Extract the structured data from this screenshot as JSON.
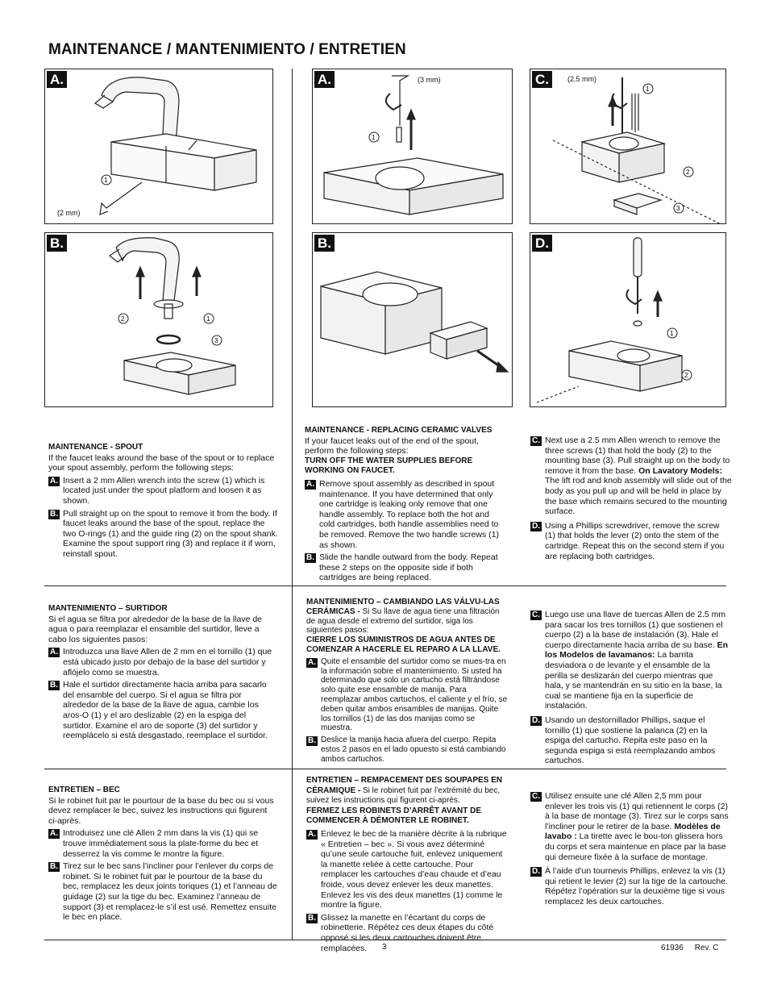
{
  "title": "MAINTENANCE / MANTENIMIENTO / ENTRETIEN",
  "panels": {
    "p1": {
      "label": "A.",
      "size": "(2 mm)"
    },
    "p2": {
      "label": "A.",
      "size": "(3 mm)"
    },
    "p3": {
      "label": "C.",
      "size": "(2.5 mm)"
    },
    "p4": {
      "label": "B."
    },
    "p5": {
      "label": "B."
    },
    "p6": {
      "label": "D."
    }
  },
  "callouts": {
    "n1": "1",
    "n2": "2",
    "n3": "3"
  },
  "en_spout": {
    "heading": "MAINTENANCE - SPOUT",
    "intro": "If the faucet leaks around the base of the spout or to replace your spout assembly, perform the following steps:",
    "a_badge": "A.",
    "a": "Insert a 2 mm Allen wrench into the screw (1) which is located just under the spout platform and loosen it as shown.",
    "b_badge": "B.",
    "b": "Pull straight up on the spout to remove it from the body. If faucet leaks around the base of the spout, replace the two O-rings (1) and the guide ring (2) on the spout shank. Examine the spout support ring (3) and replace it if worn, reinstall spout."
  },
  "en_valves": {
    "heading": "MAINTENANCE - REPLACING CERAMIC VALVES",
    "intro": "If your faucet leaks out of the end of the spout, perform the following steps:",
    "warn": "TURN OFF THE WATER SUPPLIES BEFORE WORKING ON FAUCET.",
    "a_badge": "A.",
    "a": "Remove spout assembly as described in spout maintenance. If you have determined that only one cartridge is leaking only remove that one handle assembly. To replace both the hot and cold cartridges, both handle assemblies need to be removed. Remove the two handle screws (1) as shown.",
    "b_badge": "B.",
    "b": "Slide the handle outward from the body. Repeat these 2 steps on the opposite side if both cartridges are being replaced.",
    "c_badge": "C.",
    "c1": "Next use a 2.5 mm Allen wrench to remove the three screws (1) that hold the body (2) to the mounting base (3). Pull straight up on the body to remove it from the base.",
    "c_bold": "On Lavatory Models:",
    "c2": "The lift rod and knob assembly will slide out of the body as you pull up and will be held in place by the base which remains secured to the mounting surface.",
    "d_badge": "D.",
    "d": "Using a Phillips screwdriver, remove the screw (1) that holds the lever (2) onto the stem of the cartridge. Repeat this on the second stem if you are replacing both cartridges."
  },
  "es_spout": {
    "heading": "MANTENIMIENTO – SURTIDOR",
    "intro": "Si el agua se filtra por alrededor de la base de la llave de agua o para reemplazar el ensamble del surtidor, lleve a cabo los siguientes pasos:",
    "a_badge": "A.",
    "a": "Introduzca una llave Allen de 2 mm en el tornillo (1) que está ubicado justo por debajo de la base del surtidor y aflójelo como se muestra.",
    "b_badge": "B.",
    "b": "Hale el surtidor directamente hacia arriba para sacarlo del ensamble del cuerpo. Si el agua se filtra por alrededor de la base de la llave de agua, cambie los aros-O (1) y el aro deslizable (2) en la espiga del surtidor. Examine el aro de soporte (3) del surtidor y reemplácelo si está desgastado, reemplace el surtidor."
  },
  "es_valves": {
    "heading": "MANTENIMIENTO – CAMBIANDO LAS VÁLVU-LAS CERÁMICAS -",
    "intro": "Si Su llave de agua tiene una filtración de agua desde el extremo del surtidor, siga los siguientes pasos:",
    "warn": "CIERRE LOS SUMINISTROS DE AGUA ANTES DE COMENZAR A HACERLE EL REPARO A LA LLAVE.",
    "a_badge": "A.",
    "a": "Quite el ensamble del surtidor como se mues-tra en la información sobre el mantenimiento. Si usted ha determinado que solo un cartucho está filtrándose solo quite ese ensamble de manija. Para reemplazar ambos cartuchos, el caliente y el frío, se deben quitar ambos ensambles de manijas. Quite los tornillos (1) de las dos manijas como se muestra.",
    "b_badge": "B.",
    "b": "Deslice la manija hacia afuera del cuerpo. Repita estos 2 pasos en el lado opuesto si está cambiando ambos cartuchos.",
    "c_badge": "C.",
    "c1": "Luego use una llave de tuercas Allen de 2.5 mm para sacar los tres tornillos (1) que sostienen el cuerpo (2) a la base de instalación (3). Hale el cuerpo directamente hacia arriba de su base.",
    "c_bold": "En los Modelos de lavamanos:",
    "c2": "La barrita desviadora o de levante y el ensamble de la perilla se deslizarán del cuerpo mientras que hala, y se mantendrán en su sitio en la base, la cual se mantiene fija en la superficie de instalación.",
    "d_badge": "D.",
    "d": "Usando un destornillador Phillips, saque el tornillo (1) que sostiene la palanca (2) en la espiga del cartucho. Repita este paso en la segunda espiga si está reemplazando ambos cartuchos."
  },
  "fr_spout": {
    "heading": "ENTRETIEN – BEC",
    "intro": "Si le robinet fuit par le pourtour de la base du bec ou si vous devez remplacer le bec, suivez les instructions qui figurent ci-après.",
    "a_badge": "A.",
    "a": "Introduisez une clé Allen 2 mm dans la vis (1) qui se trouve immédiatement sous la plate-forme du bec et desserrez la vis comme le montre la figure.",
    "b_badge": "B.",
    "b": "Tirez sur le bec sans l’incliner pour l’enlever du corps de robinet. Si le robinet fuit par le pourtour de la base du bec, remplacez les deux joints toriques (1) et l’anneau de guidage  (2) sur la tige du bec. Examinez l’anneau de support (3) et remplacez-le s’il est usé. Remettez ensuite le bec en place."
  },
  "fr_valves": {
    "heading": "ENTRETIEN – REMPACEMENT DES SOUPAPES EN CÉRAMIQUE -",
    "intro": "Si le robinet fuit par l’extrémité du bec, suivez les instructions qui figurent ci-après.",
    "warn": "FERMEZ LES ROBINETS D’ARRÊT AVANT DE COMMENCER À DÉMONTER LE ROBINET.",
    "a_badge": "A.",
    "a": "Enlevez le bec de la manière décrite à la rubrique « Entretien – bec ». Si vous avez déterminé qu’une seule cartouche fuit, enlevez uniquement la manette reliée à cette cartouche. Pour remplacer les cartouches d’eau chaude et d’eau froide, vous devez enlever les deux manettes. Enlevez les vis des deux manettes (1) comme le montre la figure.",
    "b_badge": "B.",
    "b": "Glissez la manette en l’écartant du corps de robinetterie. Répétez ces deux étapes du côté opposé si les deux cartouches doivent être remplacées.",
    "c_badge": "C.",
    "c1": "Utilisez ensuite une clé Allen 2,5 mm pour enlever les trois vis (1) qui retiennent le corps (2) à la base de montage (3).  Tirez sur le corps sans l’incliner pour le retirer de la base.",
    "c_bold": "Modèles de lavabo :",
    "c2": "La tirette avec le bou-ton glissera hors du corps et sera maintenue en place par la base qui demeure fixée à la surface de montage.",
    "d_badge": "D.",
    "d": "À l’aide d’un tournevis Phillips, enlevez la vis (1) qui retient le levier (2) sur la tige de la cartouche. Répétez l’opération sur la deuxième tige si vous remplacez les deux cartouches."
  },
  "footer": {
    "page": "3",
    "doc": "61936     Rev. C"
  }
}
